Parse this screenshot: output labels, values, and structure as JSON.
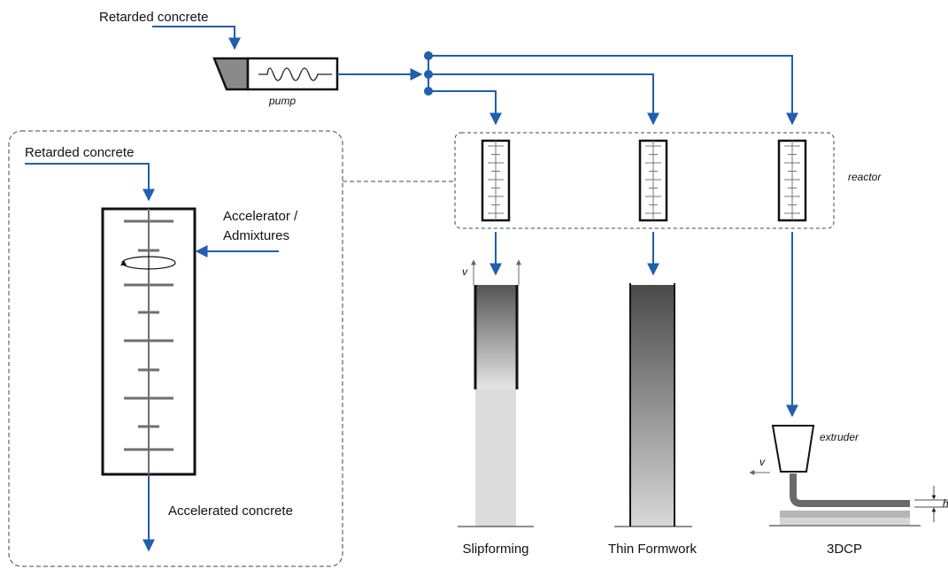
{
  "labels": {
    "input_top": "Retarded concrete",
    "pump": "pump",
    "reactor": "reactor",
    "input_detail": "Retarded concrete",
    "additive_line1": "Accelerator /",
    "additive_line2": "Admixtures",
    "output_detail": "Accelerated concrete",
    "velocity_slip": "v",
    "velocity_3dcp": "v",
    "extruder": "extruder",
    "layer_height": "h"
  },
  "processes": [
    {
      "name": "Slipforming"
    },
    {
      "name": "Thin Formwork"
    },
    {
      "name": "3DCP"
    }
  ],
  "colors": {
    "flow": "#1f5fae",
    "outline": "#111111",
    "blade": "#6f6f6f",
    "concrete_light": "#d9d9d9",
    "concrete_dark": "#555555"
  }
}
